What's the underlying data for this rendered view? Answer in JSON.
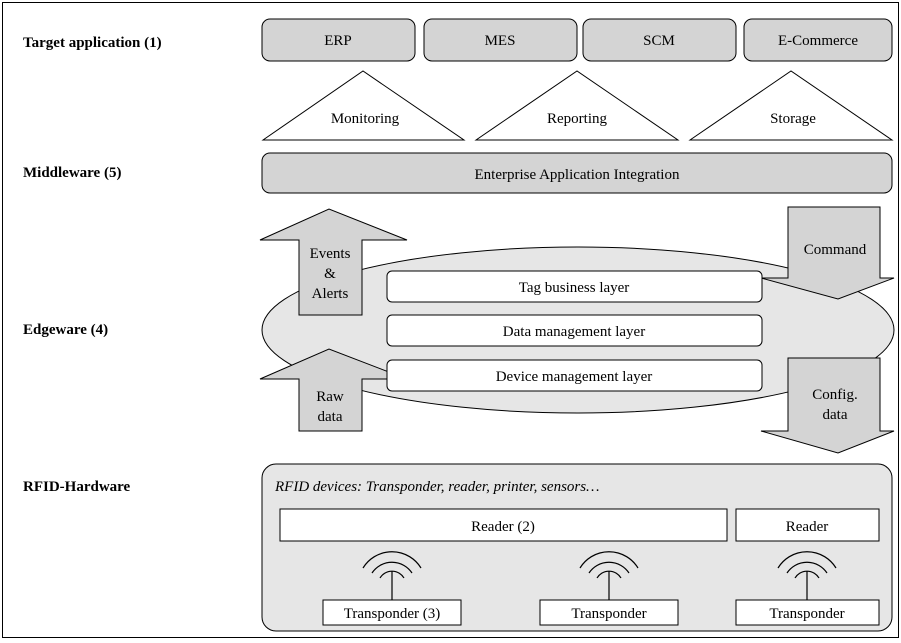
{
  "rows": {
    "target": "Target application (1)",
    "middleware": "Middleware (5)",
    "edgeware": "Edgeware (4)",
    "hardware": "RFID-Hardware"
  },
  "apps": [
    "ERP",
    "MES",
    "SCM",
    "E-Commerce"
  ],
  "services": [
    "Monitoring",
    "Reporting",
    "Storage"
  ],
  "eai": "Enterprise Application Integration",
  "arrows": {
    "events": [
      "Events",
      "&",
      "Alerts"
    ],
    "raw": [
      "Raw",
      "data"
    ],
    "command": "Command",
    "config": [
      "Config.",
      "data"
    ]
  },
  "layers": [
    "Tag business layer",
    "Data management layer",
    "Device management layer"
  ],
  "hardware": {
    "devices": "RFID devices: Transponder, reader, printer, sensors…",
    "reader_main": "Reader (2)",
    "reader_side": "Reader",
    "transponders": [
      "Transponder (3)",
      "Transponder",
      "Transponder"
    ]
  },
  "colors": {
    "gray": "#d4d4d4",
    "light_gray": "#e6e6e6",
    "stroke": "#000000"
  }
}
